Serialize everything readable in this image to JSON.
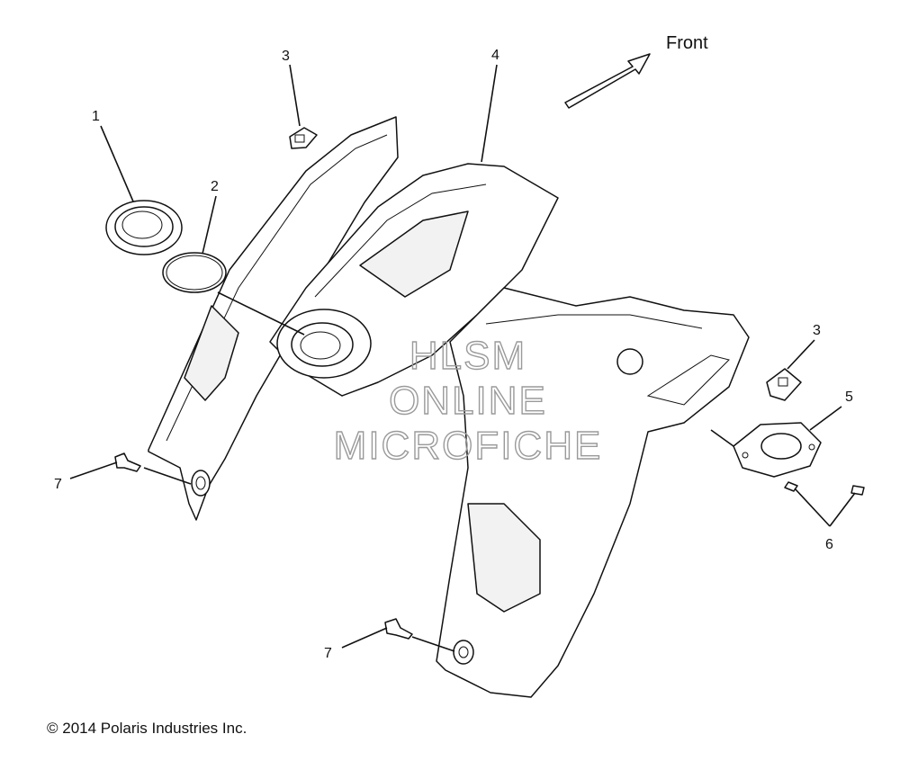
{
  "front_label": "Front",
  "callouts": [
    "1",
    "2",
    "3",
    "4",
    "3",
    "5",
    "6",
    "7",
    "7"
  ],
  "watermark": [
    "HLSM",
    "ONLINE",
    "MICROFICHE"
  ],
  "copyright": "© 2014 Polaris Industries Inc."
}
